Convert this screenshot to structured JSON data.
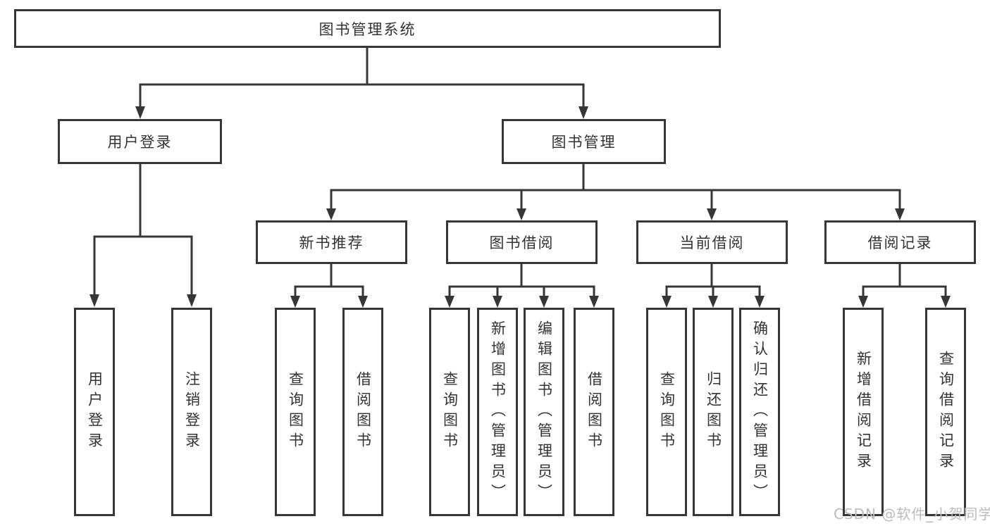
{
  "tree": {
    "label": "图书管理系统",
    "children": [
      {
        "label": "用户登录",
        "children": [
          {
            "label": "用户登录"
          },
          {
            "label": "注销登录"
          }
        ]
      },
      {
        "label": "图书管理",
        "children": [
          {
            "label": "新书推荐",
            "children": [
              {
                "label": "查询图书"
              },
              {
                "label": "借阅图书"
              }
            ]
          },
          {
            "label": "图书借阅",
            "children": [
              {
                "label": "查询图书"
              },
              {
                "label": "新增图书（管理员）"
              },
              {
                "label": "编辑图书（管理员）"
              },
              {
                "label": "借阅图书"
              }
            ]
          },
          {
            "label": "当前借阅",
            "children": [
              {
                "label": "查询图书"
              },
              {
                "label": "归还图书"
              },
              {
                "label": "确认归还（管理员）"
              }
            ]
          },
          {
            "label": "借阅记录",
            "children": [
              {
                "label": "新增借阅记录"
              },
              {
                "label": "查询借阅记录"
              }
            ]
          }
        ]
      }
    ]
  },
  "watermark": {
    "text": "CSDN @软件_小贺同学"
  },
  "colors": {
    "line": "#363636",
    "box_border": "#363636",
    "text": "#333333",
    "watermark": "#bcbcbc",
    "background": "#ffffff"
  }
}
